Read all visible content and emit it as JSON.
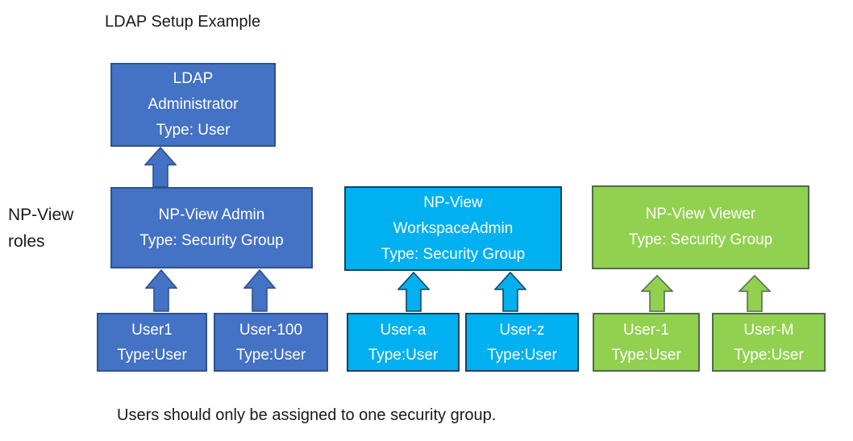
{
  "title": "LDAP Setup Example",
  "side_label": {
    "line1": "NP-View",
    "line2": "roles"
  },
  "caption": "Users should only be assigned to one security group.",
  "colors": {
    "blue_fill": "#4472C4",
    "blue_border": "#2F528F",
    "cyan_fill": "#00B0F0",
    "cyan_border": "#14455C",
    "green_fill": "#92D050",
    "green_border": "#4F6B4A",
    "box_text": "#FFFFFF",
    "label_text": "#1A1A1A"
  },
  "boxes": {
    "ldap_admin": {
      "line1": "LDAP",
      "line2": "Administrator",
      "line3": "Type: User"
    },
    "npview_admin": {
      "line1": "NP-View Admin",
      "line2": "Type: Security Group"
    },
    "workspace_admin": {
      "line1": "NP-View",
      "line2": "WorkspaceAdmin",
      "line3": "Type: Security Group"
    },
    "viewer": {
      "line1": "NP-View Viewer",
      "line2": "Type: Security Group"
    },
    "user1": {
      "line1": "User1",
      "line2": "Type:User"
    },
    "user100": {
      "line1": "User-100",
      "line2": "Type:User"
    },
    "user_a": {
      "line1": "User-a",
      "line2": "Type:User"
    },
    "user_z": {
      "line1": "User-z",
      "line2": "Type:User"
    },
    "user_1": {
      "line1": "User-1",
      "line2": "Type:User"
    },
    "user_m": {
      "line1": "User-M",
      "line2": "Type:User"
    }
  }
}
